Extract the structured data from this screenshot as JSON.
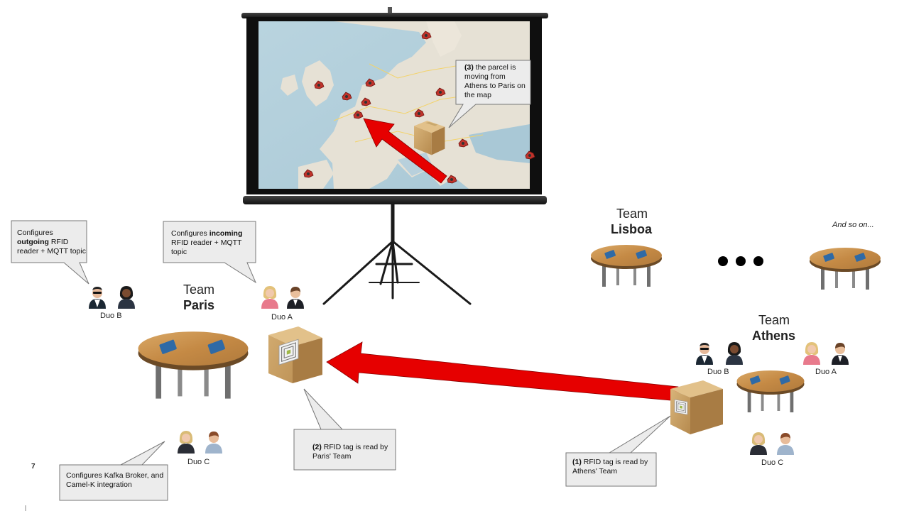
{
  "slide_number": "7",
  "map_callout": {
    "bold": "(3)",
    "text": " the parcel is moving from Athens to Paris on the map"
  },
  "paris": {
    "team_word": "Team",
    "team_name": "Paris",
    "duo_a": "Duo A",
    "duo_b": "Duo B",
    "duo_c": "Duo C",
    "callout_b": {
      "prefix": "Configures ",
      "bold": "outgoing",
      "suffix": " RFID reader + MQTT topic"
    },
    "callout_a": {
      "prefix": "Configures ",
      "bold": "incoming",
      "suffix": " RFID reader + MQTT topic"
    },
    "callout_c": {
      "text": "Configures Kafka Broker, and Camel-K integration"
    },
    "callout_tag": {
      "bold": "(2)",
      "text": " RFID tag is read by Paris' Team"
    }
  },
  "lisboa": {
    "team_word": "Team",
    "team_name": "Lisboa"
  },
  "and_so_on": "And so on...",
  "athens": {
    "team_word": "Team",
    "team_name": "Athens",
    "duo_a": "Duo A",
    "duo_b": "Duo B",
    "duo_c": "Duo C",
    "callout_tag": {
      "bold": "(1)",
      "text": " RFID tag is read by Athens' Team"
    }
  },
  "colors": {
    "arrow": "#e60000",
    "callout_fill": "#ececec",
    "table_top": "#c8924a"
  },
  "icons": [
    "projector-screen-icon",
    "map-marker-icon",
    "parcel-box-icon",
    "rfid-tag-icon",
    "round-table-icon",
    "person-icon",
    "ellipsis-dots-icon"
  ]
}
